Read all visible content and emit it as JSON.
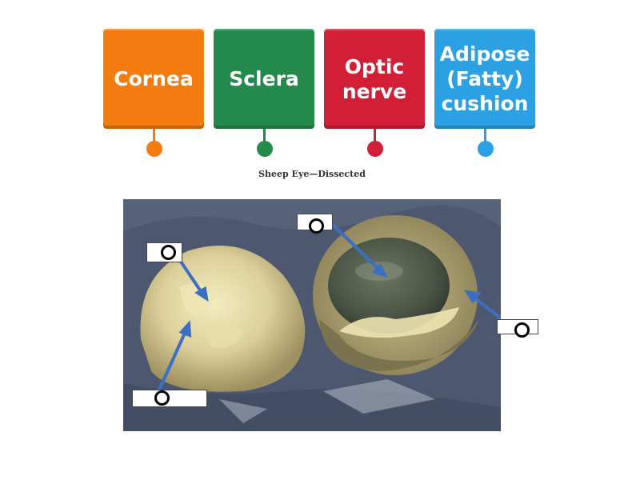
{
  "tiles": [
    {
      "label": "Cornea",
      "color": "#f47b10"
    },
    {
      "label": "Sclera",
      "color": "#238a4b"
    },
    {
      "label": "Optic nerve",
      "color": "#d21f37"
    },
    {
      "label": "Adipose (Fatty) cushion",
      "color": "#2ba0e3"
    }
  ],
  "caption": "Sheep Eye—Dissected",
  "image": {
    "subject": "dissected sheep eye photo"
  },
  "drop_zones_count": 4
}
